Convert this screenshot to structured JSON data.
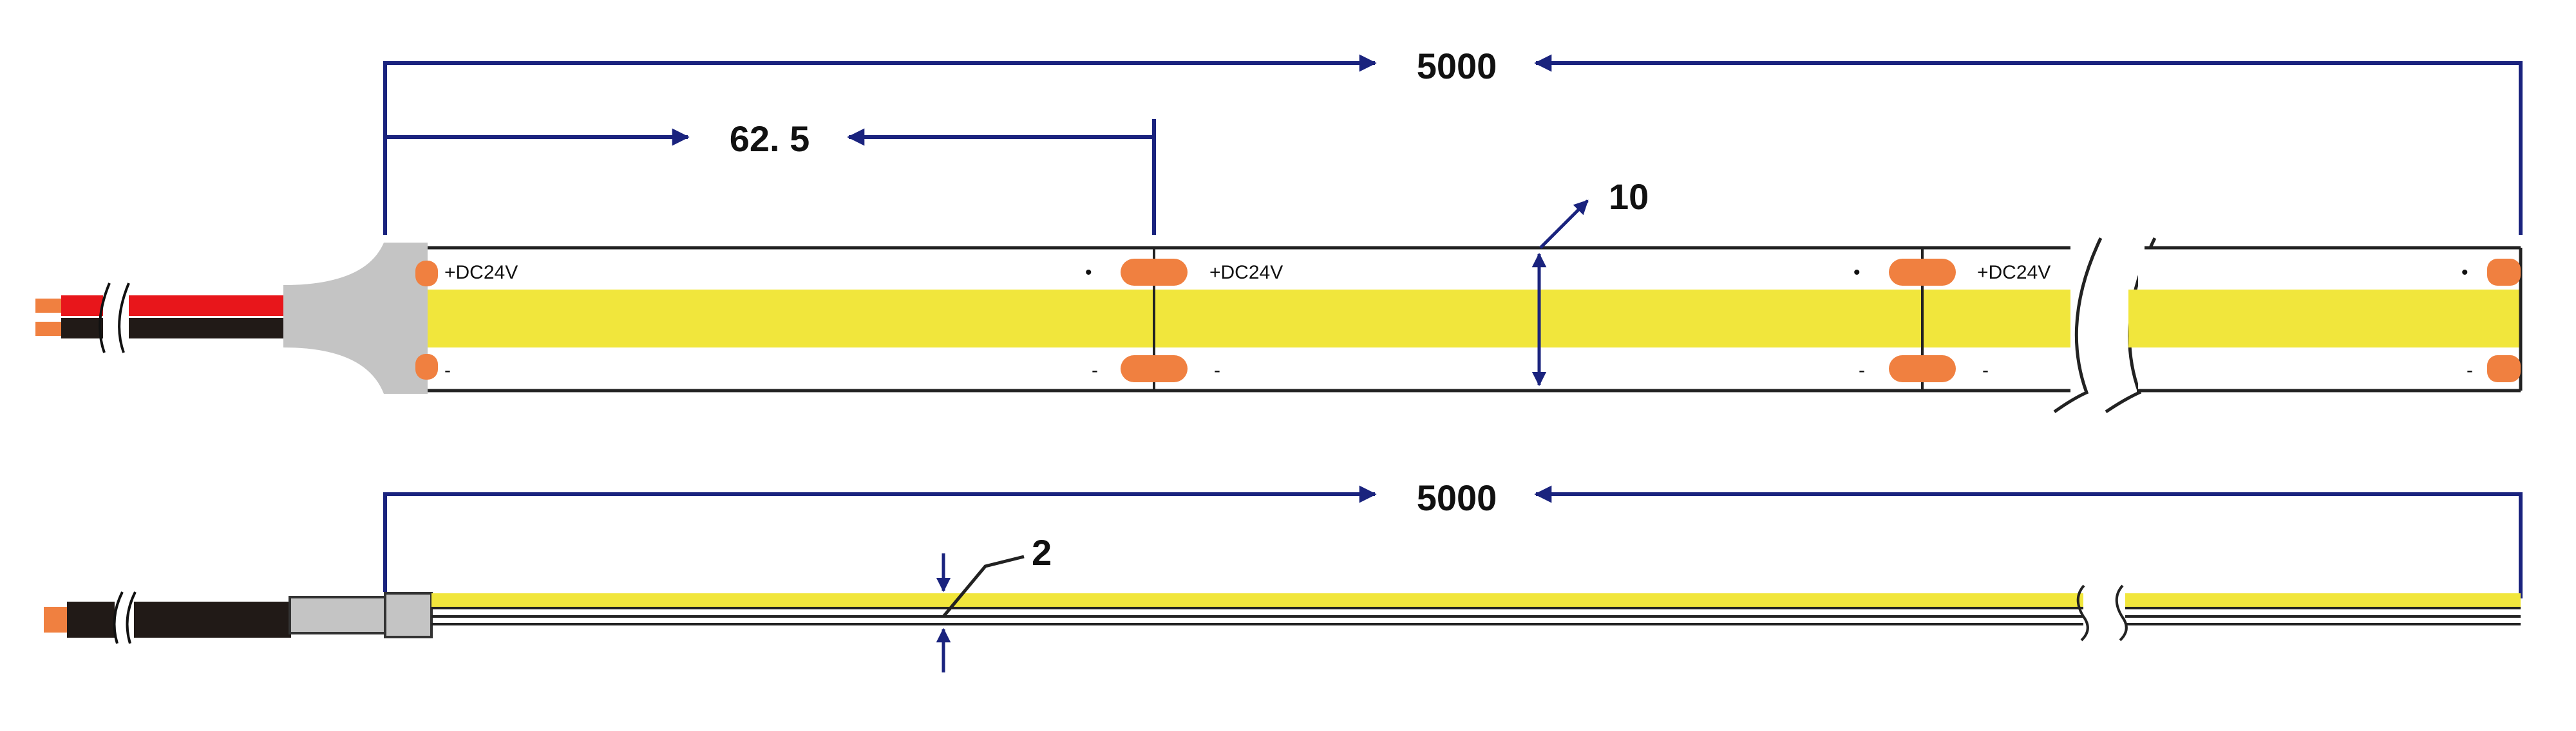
{
  "colors": {
    "dimension": "#1a237e",
    "led_emission": "#f1e63c",
    "solder_pad": "#f08040",
    "strip_outline": "#222222",
    "end_cap": "#c4c4c4",
    "wire_red": "#e8161b",
    "wire_black": "#211a17"
  },
  "top_view": {
    "total_length_label": "5000",
    "cut_unit_label": "62. 5",
    "width_label": "10",
    "segment_plus_label": "+DC24V",
    "segment_minus_label": "-",
    "pad_dot_label": "•"
  },
  "side_view": {
    "total_length_label": "5000",
    "thickness_label": "2"
  }
}
